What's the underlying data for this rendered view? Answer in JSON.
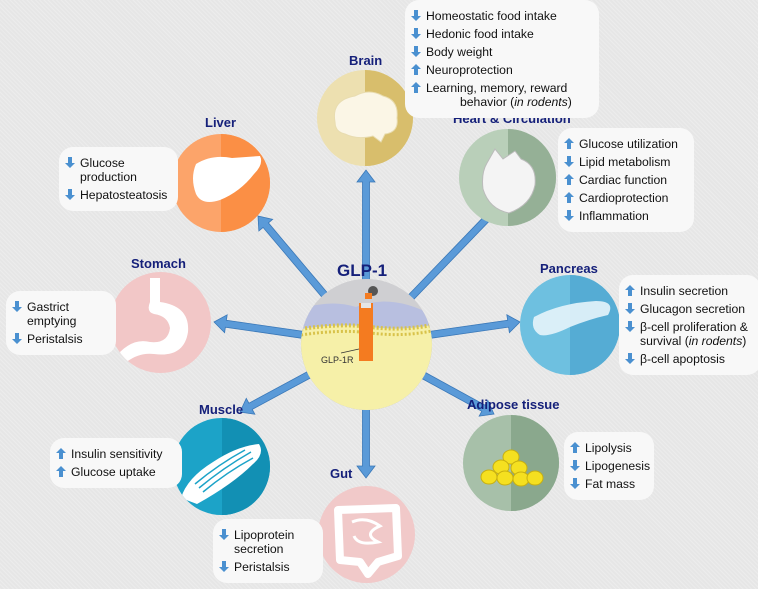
{
  "center": {
    "title": "GLP-1",
    "receptor_label": "GLP-1R"
  },
  "colors": {
    "title": "#15207a",
    "arrow_up": "#4a90d0",
    "arrow_down": "#4a90d0",
    "connector": "#5a9ad8"
  },
  "organs": [
    {
      "key": "brain",
      "title": "Brain",
      "icon": "brain-icon",
      "effects": [
        {
          "dir": "down",
          "text": "Homeostatic food intake"
        },
        {
          "dir": "down",
          "text": "Hedonic food intake"
        },
        {
          "dir": "down",
          "text": "Body weight"
        },
        {
          "dir": "up",
          "text": "Neuroprotection"
        },
        {
          "dir": "up",
          "text": "Learning, memory, reward",
          "text2": "behavior (",
          "em": "in rodents",
          "tail": ")"
        }
      ]
    },
    {
      "key": "heart",
      "title": "Heart & Circulation",
      "icon": "heart-icon",
      "effects": [
        {
          "dir": "up",
          "text": "Glucose utilization"
        },
        {
          "dir": "down",
          "text": "Lipid metabolism"
        },
        {
          "dir": "up",
          "text": "Cardiac function"
        },
        {
          "dir": "up",
          "text": "Cardioprotection"
        },
        {
          "dir": "down",
          "text": "Inflammation"
        }
      ]
    },
    {
      "key": "pancreas",
      "title": "Pancreas",
      "icon": "pancreas-icon",
      "effects": [
        {
          "dir": "up",
          "text": "Insulin secretion"
        },
        {
          "dir": "down",
          "text": "Glucagon secretion"
        },
        {
          "dir": "down",
          "text": "β-cell proliferation &",
          "text2": "survival (",
          "em": "in rodents",
          "tail": ")"
        },
        {
          "dir": "down",
          "text": "β-cell apoptosis"
        }
      ]
    },
    {
      "key": "adipose",
      "title": "Adipose tissue",
      "icon": "fat-cells-icon",
      "effects": [
        {
          "dir": "up",
          "text": "Lipolysis"
        },
        {
          "dir": "down",
          "text": "Lipogenesis"
        },
        {
          "dir": "down",
          "text": "Fat mass"
        }
      ]
    },
    {
      "key": "gut",
      "title": "Gut",
      "icon": "intestine-icon",
      "effects": [
        {
          "dir": "down",
          "text": "Lipoprotein",
          "text2": "secretion"
        },
        {
          "dir": "down",
          "text": "Peristalsis"
        }
      ]
    },
    {
      "key": "muscle",
      "title": "Muscle",
      "icon": "muscle-icon",
      "effects": [
        {
          "dir": "up",
          "text": "Insulin sensitivity"
        },
        {
          "dir": "up",
          "text": "Glucose uptake"
        }
      ]
    },
    {
      "key": "stomach",
      "title": "Stomach",
      "icon": "stomach-icon",
      "effects": [
        {
          "dir": "down",
          "text": "Gastrict",
          "text2": "emptying"
        },
        {
          "dir": "down",
          "text": "Peristalsis"
        }
      ]
    },
    {
      "key": "liver",
      "title": "Liver",
      "icon": "liver-icon",
      "effects": [
        {
          "dir": "down",
          "text": "Glucose",
          "text2": "production"
        },
        {
          "dir": "down",
          "text": "Hepatosteatosis"
        }
      ]
    }
  ]
}
